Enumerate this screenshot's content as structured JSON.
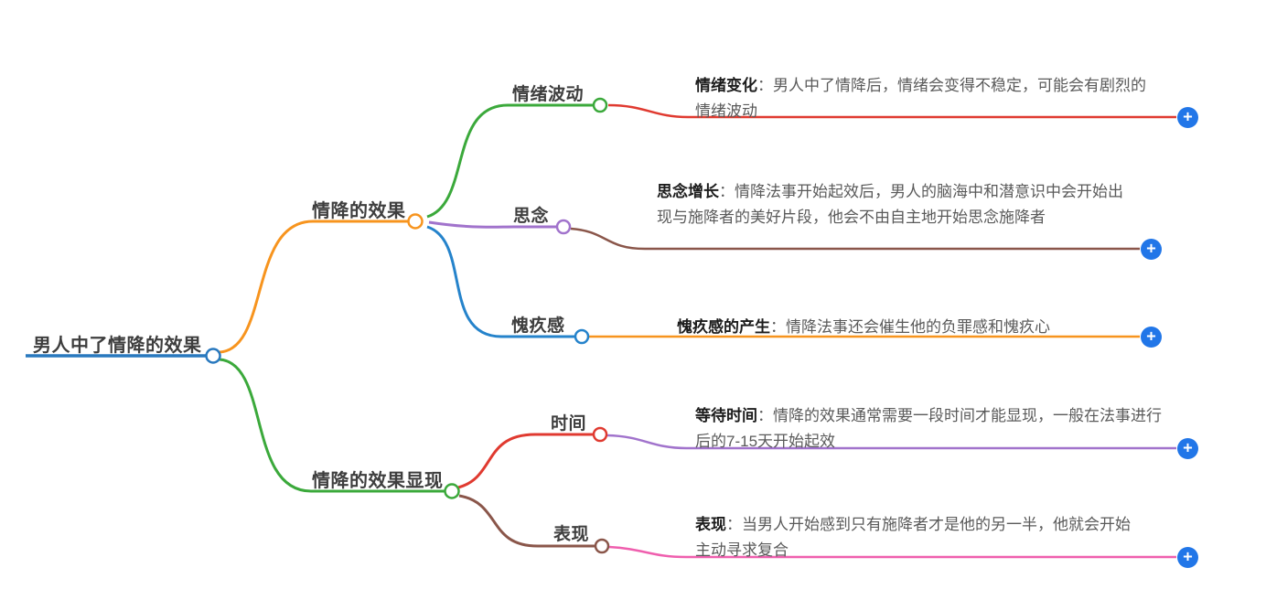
{
  "root": {
    "label": "男人中了情降的效果",
    "color": "#2878be"
  },
  "branches": [
    {
      "label": "情降的效果",
      "color": "#f7941e",
      "children": [
        {
          "label": "情绪波动",
          "color": "#3ba93b",
          "line_color": "#e03a30",
          "detail": {
            "term": "情绪变化",
            "text": "：男人中了情降后，情绪会变得不稳定，可能会有剧烈的情绪波动"
          }
        },
        {
          "label": "思念",
          "color": "#a173cc",
          "line_color": "#8a564a",
          "detail": {
            "term": "思念增长",
            "text": "：情降法事开始起效后，男人的脑海中和潜意识中会开始出现与施降者的美好片段，他会不由自主地开始思念施降者"
          }
        },
        {
          "label": "愧疚感",
          "color": "#2583cb",
          "line_color": "#f7941e",
          "detail": {
            "term": "愧疚感的产生",
            "text": "：情降法事还会催生他的负罪感和愧疚心"
          }
        }
      ]
    },
    {
      "label": "情降的效果显现",
      "color": "#3ba93b",
      "children": [
        {
          "label": "时间",
          "color": "#e03a30",
          "line_color": "#a173cc",
          "detail": {
            "term": "等待时间",
            "text": "：情降的效果通常需要一段时间才能显现，一般在法事进行后的7-15天开始起效"
          }
        },
        {
          "label": "表现",
          "color": "#8a564a",
          "line_color": "#ef5fae",
          "detail": {
            "term": "表现",
            "text": "：当男人开始感到只有施降者才是他的另一半，他就会开始主动寻求复合"
          }
        }
      ]
    }
  ],
  "add_button": {
    "glyph": "+",
    "color": "#2176e8"
  }
}
